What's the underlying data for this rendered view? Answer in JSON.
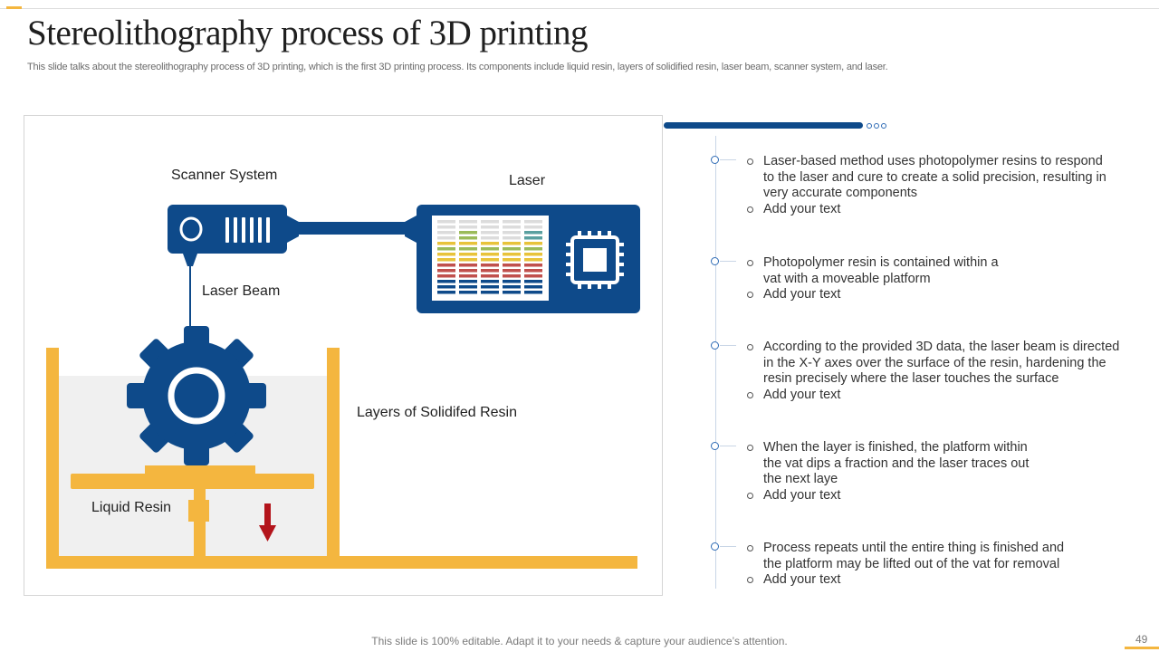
{
  "header": {
    "title": "Stereolithography process of 3D printing",
    "subtitle": "This slide talks about the stereolithography process of 3D printing, which is the first 3D printing process. Its components include liquid resin, layers of solidified resin, laser beam, scanner system, and laser."
  },
  "diagram": {
    "labels": {
      "scanner": "Scanner System",
      "laser": "Laser",
      "beam": "Laser Beam",
      "layers": "Layers of Solidifed Resin",
      "liquid": "Liquid Resin"
    },
    "icons": [
      "scanner-icon",
      "laser-icon",
      "chip-icon",
      "gear-icon",
      "down-arrow-icon"
    ],
    "colors": {
      "navy": "#0e4a8a",
      "gold": "#f4b63f",
      "resin": "#f0f0f0",
      "arrow": "#b3141b"
    }
  },
  "steps": [
    {
      "lines": [
        "Laser-based method uses photopolymer resins to respond to the laser and cure to create a solid precision, resulting in very accurate components",
        "Add your text"
      ]
    },
    {
      "lines": [
        "Photopolymer resin is contained within a vat with a moveable platform",
        "Add your text"
      ]
    },
    {
      "lines": [
        "According to the provided 3D data, the laser beam is directed in the X-Y axes over the surface of the resin, hardening the resin precisely where the laser touches the surface",
        "Add your text"
      ]
    },
    {
      "lines": [
        "When the layer is finished, the platform within the vat dips a fraction and the laser traces out the next laye",
        "Add your text"
      ]
    },
    {
      "lines": [
        "Process repeats until the entire thing is finished and the platform may be lifted out of the vat for removal",
        "Add your text"
      ]
    }
  ],
  "footer": {
    "note": "This slide is 100% editable. Adapt it to your needs & capture your audience’s attention.",
    "page": "49"
  }
}
